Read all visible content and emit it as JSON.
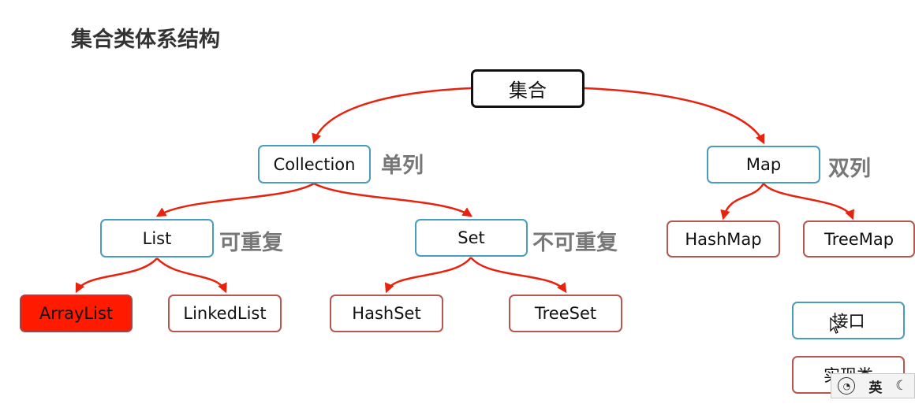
{
  "title": "集合类体系结构",
  "nodes": {
    "root": "集合",
    "collection": "Collection",
    "map": "Map",
    "list": "List",
    "set": "Set",
    "hashmap": "HashMap",
    "treemap": "TreeMap",
    "arraylist": "ArrayList",
    "linkedlist": "LinkedList",
    "hashset": "HashSet",
    "treeset": "TreeSet"
  },
  "notes": {
    "collection": "单列",
    "map": "双列",
    "list": "可重复",
    "set": "不可重复"
  },
  "legend": {
    "interface": "接口",
    "impl": "实现类"
  },
  "ime": {
    "language": "英"
  },
  "colors": {
    "interface_border": "#4a9cbd",
    "impl_border": "#b5574f",
    "highlight": "#ff1a00",
    "arrow": "#e8220c"
  }
}
